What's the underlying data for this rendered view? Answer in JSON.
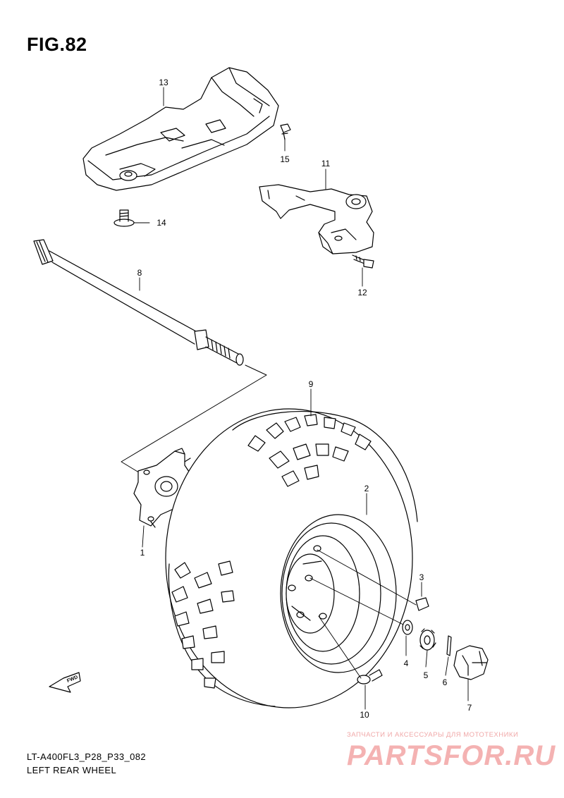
{
  "figure": {
    "title": "FIG.82"
  },
  "footer": {
    "model_code": "LT-A400FL3_P28_P33_082",
    "section_name": "LEFT REAR WHEEL"
  },
  "watermark": {
    "tagline": "ЗАПЧАСТИ И АКСЕССУАРЫ ДЛЯ МОТОТЕХНИКИ",
    "logo": "PARTSFOR.RU",
    "color": "#f4b2b2"
  },
  "direction_marker": {
    "text": "FWD",
    "icon": "fwd-arrow-icon"
  },
  "parts": [
    {
      "ref": "1",
      "part": "rear-wheel-hub"
    },
    {
      "ref": "2",
      "part": "rear-wheel-rim"
    },
    {
      "ref": "3",
      "part": "wheel-nut"
    },
    {
      "ref": "4",
      "part": "washer"
    },
    {
      "ref": "5",
      "part": "castle-nut"
    },
    {
      "ref": "6",
      "part": "cotter-pin"
    },
    {
      "ref": "7",
      "part": "hub-cap"
    },
    {
      "ref": "8",
      "part": "rear-axle-shaft"
    },
    {
      "ref": "9",
      "part": "rear-tire"
    },
    {
      "ref": "10",
      "part": "wheel-stud"
    },
    {
      "ref": "11",
      "part": "axle-bracket"
    },
    {
      "ref": "12",
      "part": "bracket-bolt"
    },
    {
      "ref": "13",
      "part": "skid-plate"
    },
    {
      "ref": "14",
      "part": "skid-plate-bolt-lower"
    },
    {
      "ref": "15",
      "part": "skid-plate-bolt-upper"
    }
  ]
}
